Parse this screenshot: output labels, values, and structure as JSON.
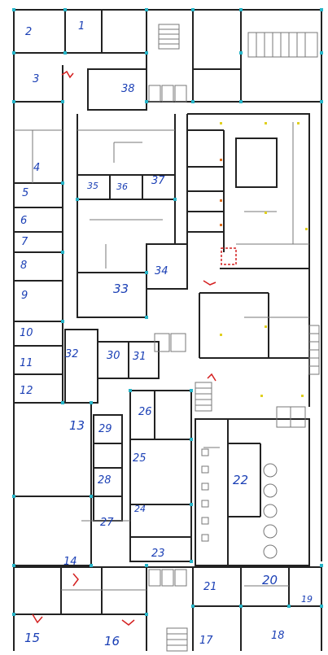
{
  "colors": {
    "wall": "#222222",
    "thin": "#666666",
    "column": "#28b5c8",
    "label": "#1a3fb5",
    "accent_red": "#d42020",
    "marker_yellow": "#e0d020",
    "marker_orange": "#e07020"
  },
  "rooms": [
    {
      "id": "1",
      "label": "1"
    },
    {
      "id": "2",
      "label": "2"
    },
    {
      "id": "3",
      "label": "3"
    },
    {
      "id": "4",
      "label": "4"
    },
    {
      "id": "5",
      "label": "5"
    },
    {
      "id": "6",
      "label": "6"
    },
    {
      "id": "7",
      "label": "7"
    },
    {
      "id": "8",
      "label": "8"
    },
    {
      "id": "9",
      "label": "9"
    },
    {
      "id": "10",
      "label": "10"
    },
    {
      "id": "11",
      "label": "11"
    },
    {
      "id": "12",
      "label": "12"
    },
    {
      "id": "13",
      "label": "13"
    },
    {
      "id": "14",
      "label": "14"
    },
    {
      "id": "15",
      "label": "15"
    },
    {
      "id": "16",
      "label": "16"
    },
    {
      "id": "17",
      "label": "17"
    },
    {
      "id": "18",
      "label": "18"
    },
    {
      "id": "19",
      "label": "19"
    },
    {
      "id": "20",
      "label": "20"
    },
    {
      "id": "21",
      "label": "21"
    },
    {
      "id": "22",
      "label": "22"
    },
    {
      "id": "23",
      "label": "23"
    },
    {
      "id": "24",
      "label": "24"
    },
    {
      "id": "25",
      "label": "25"
    },
    {
      "id": "26",
      "label": "26"
    },
    {
      "id": "27",
      "label": "27"
    },
    {
      "id": "28",
      "label": "28"
    },
    {
      "id": "29",
      "label": "29"
    },
    {
      "id": "30",
      "label": "30"
    },
    {
      "id": "31",
      "label": "31"
    },
    {
      "id": "32",
      "label": "32"
    },
    {
      "id": "33",
      "label": "33"
    },
    {
      "id": "34",
      "label": "34"
    },
    {
      "id": "35",
      "label": "35"
    },
    {
      "id": "36",
      "label": "36"
    },
    {
      "id": "37",
      "label": "37"
    },
    {
      "id": "38",
      "label": "38"
    }
  ]
}
